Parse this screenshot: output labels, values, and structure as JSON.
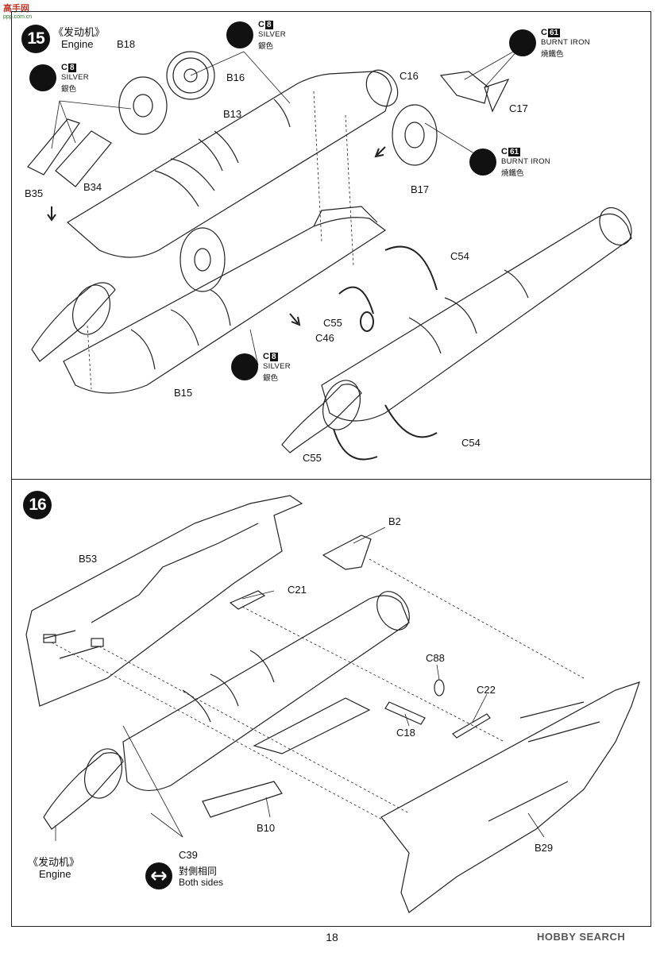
{
  "watermark_top": {
    "brand": "高手网",
    "url": "ppp.com.cn"
  },
  "watermark_bottom": "HOBBY SEARCH",
  "page_number": "18",
  "step15": {
    "number": "15",
    "title_cn": "《发动机》",
    "title_en": "Engine",
    "paints": {
      "silver_a": {
        "code": "C",
        "num": "8",
        "name": "SILVER",
        "cn": "銀色"
      },
      "silver_b": {
        "code": "C",
        "num": "8",
        "name": "SILVER",
        "cn": "銀色"
      },
      "silver_c": {
        "code": "C",
        "num": "8",
        "name": "SILVER",
        "cn": "銀色"
      },
      "iron_a": {
        "code": "C",
        "num": "61",
        "name": "BURNT IRON",
        "cn": "燒鐵色"
      },
      "iron_b": {
        "code": "C",
        "num": "61",
        "name": "BURNT IRON",
        "cn": "燒鐵色"
      }
    },
    "parts": {
      "b18": "B18",
      "b16": "B16",
      "b13": "B13",
      "b35": "B35",
      "b34": "B34",
      "b15": "B15",
      "b17": "B17",
      "c16": "C16",
      "c17": "C17",
      "c54_top": "C54",
      "c55_top": "C55",
      "c46": "C46",
      "c55_bot": "C55",
      "c54_bot": "C54"
    }
  },
  "step16": {
    "number": "16",
    "engine_cn": "《发动机》",
    "engine_en": "Engine",
    "both_sides_cn": "對側相同",
    "both_sides_en": "Both sides",
    "parts": {
      "b2": "B2",
      "b53": "B53",
      "c21": "C21",
      "c88": "C88",
      "c22": "C22",
      "c18": "C18",
      "b10": "B10",
      "c39": "C39",
      "b29": "B29"
    }
  }
}
